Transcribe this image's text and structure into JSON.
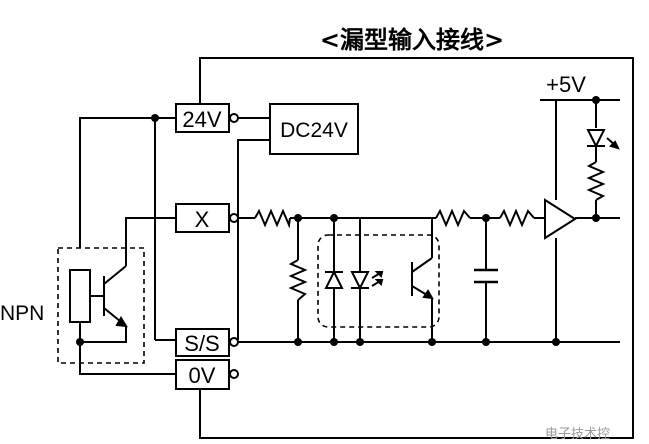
{
  "diagram": {
    "title": "<漏型输入接线>",
    "terminals": {
      "t24v": "24V",
      "x": "X",
      "ss": "S/S",
      "zero_v": "0V"
    },
    "power_supply": "DC24V",
    "vcc": "+5V",
    "sensor": "NPN",
    "watermark": "电子技术控"
  },
  "colors": {
    "line": "#000000",
    "background": "#ffffff",
    "watermark": "#9a9a9a"
  }
}
